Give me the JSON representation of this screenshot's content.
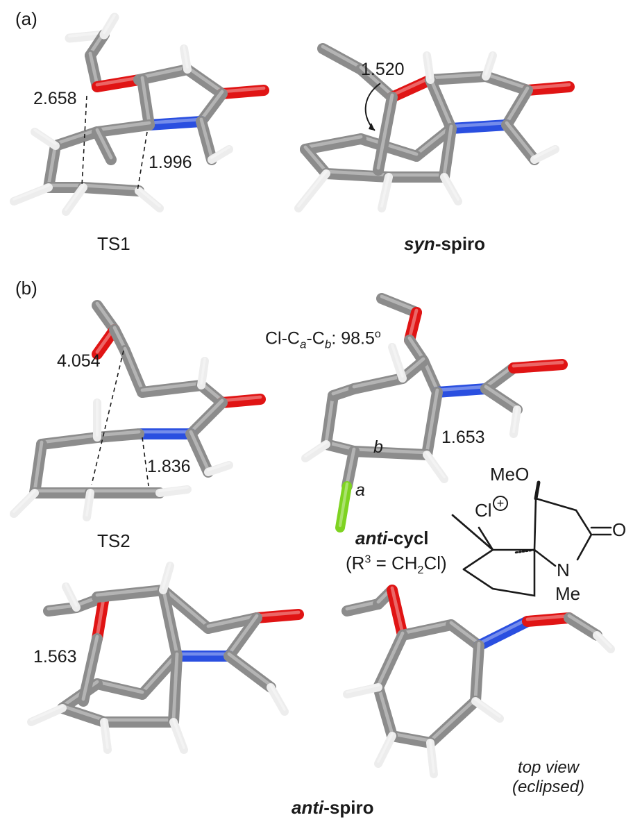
{
  "panel_labels": {
    "a": "(a)",
    "b": "(b)"
  },
  "structures": {
    "ts1": {
      "caption": "TS1",
      "distance_1": "2.658",
      "distance_2": "1.996"
    },
    "syn_spiro": {
      "caption_italic": "syn",
      "caption_rest": "-spiro",
      "distance": "1.520"
    },
    "ts2": {
      "caption": "TS2",
      "distance_1": "4.054",
      "distance_2": "1.836"
    },
    "anti_cycl": {
      "caption_italic": "anti",
      "caption_rest": "-cycl",
      "formula_prefix": "(R",
      "formula_sup": "3",
      "formula_mid": " = CH",
      "formula_sub": "2",
      "formula_suffix": "Cl)",
      "angle_prefix": "Cl-C",
      "angle_sub_a": "a",
      "angle_dash": "-C",
      "angle_sub_b": "b",
      "angle_value": ": 98.5",
      "angle_unit": "o",
      "distance": "1.653",
      "atom_a": "a",
      "atom_b": "b",
      "scheme": {
        "meo": "MeO",
        "cl": "Cl",
        "charge": "+",
        "o": "O",
        "n": "N",
        "me": "Me"
      }
    },
    "anti_spiro": {
      "caption_italic": "anti",
      "caption_rest": "-spiro",
      "distance": "1.563"
    },
    "top_view": {
      "line1": "top view",
      "line2": "(eclipsed)"
    }
  },
  "colors": {
    "carbon": "#8c8c8c",
    "carbon_dark": "#3a3a3a",
    "hydrogen": "#ededed",
    "oxygen": "#e01414",
    "nitrogen": "#2a4fe0",
    "chlorine": "#7ed321"
  }
}
